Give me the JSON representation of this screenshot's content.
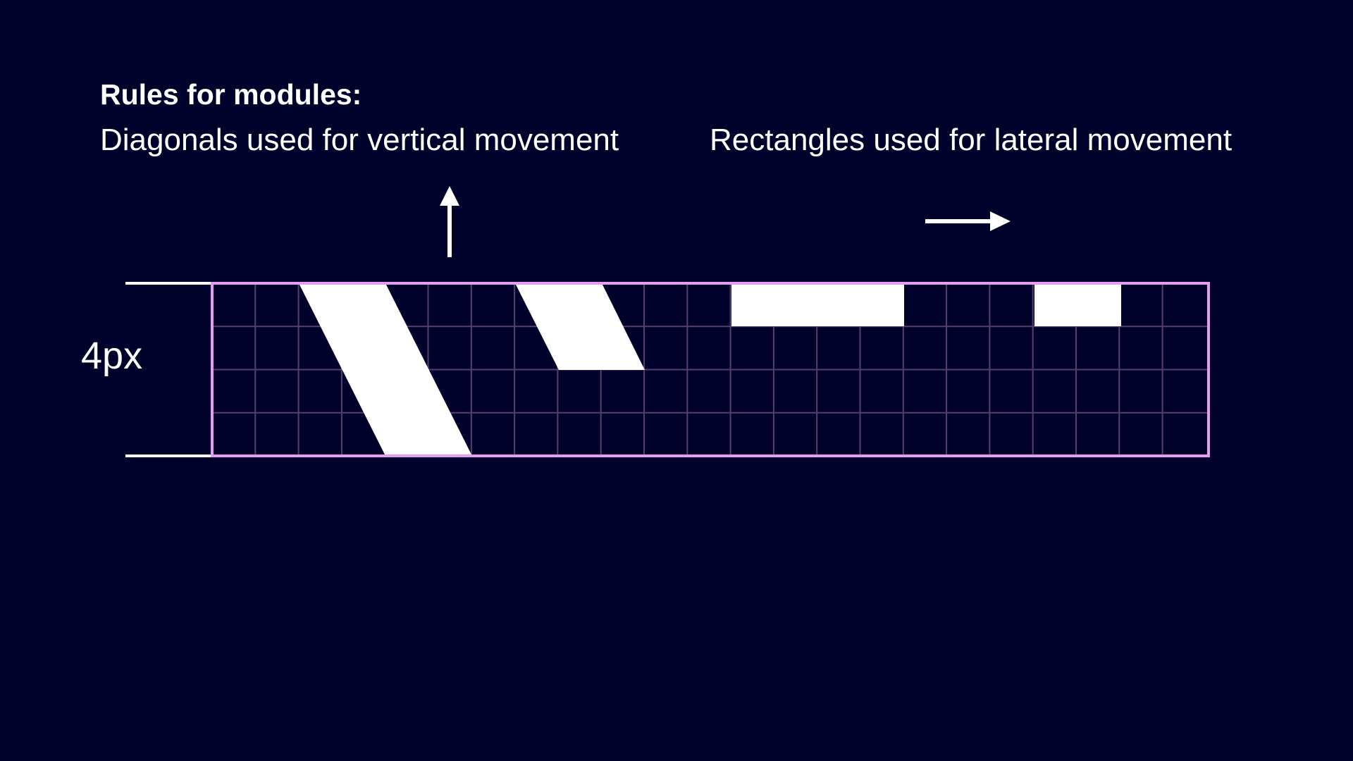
{
  "heading": "Rules for modules:",
  "captions": {
    "diagonals": "Diagonals used for vertical movement",
    "rectangles": "Rectangles used for lateral movement"
  },
  "dimension_label": "4px",
  "arrows": {
    "vertical": "arrow-up-icon",
    "lateral": "arrow-right-icon"
  },
  "colors": {
    "background": "#00012a",
    "grid_border": "#e79cf2",
    "grid_lines": "#57406e",
    "shapes": "#ffffff",
    "text": "#ffffff"
  }
}
